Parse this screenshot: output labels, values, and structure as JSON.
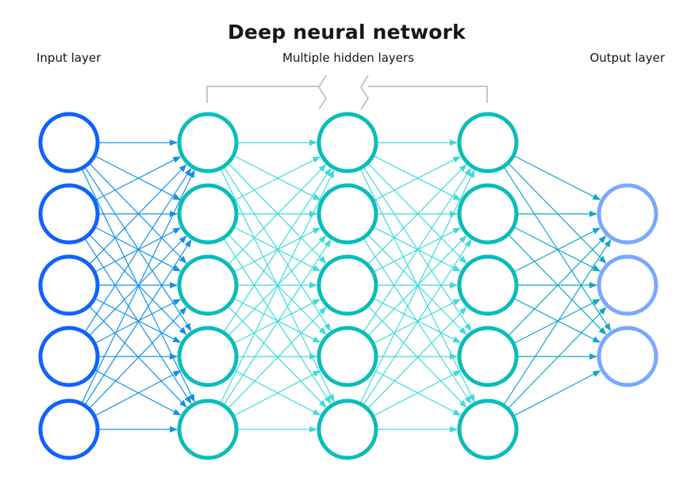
{
  "title": "Deep neural network",
  "labels": {
    "input": "Input layer",
    "hidden": "Multiple hidden layers",
    "output": "Output layer"
  },
  "layers": [
    {
      "role": "input",
      "nodes": 5
    },
    {
      "role": "hidden",
      "nodes": 5
    },
    {
      "role": "hidden",
      "nodes": 5
    },
    {
      "role": "hidden",
      "nodes": 5
    },
    {
      "role": "output",
      "nodes": 3
    }
  ],
  "connectivity": "fully-connected",
  "colors": {
    "input_node": "#0f62fe",
    "hidden_node": "#08bdba",
    "output_node": "#78a9ff",
    "edge_input_hidden": "#1192e8",
    "edge_hidden_hidden": "#3ddbd9",
    "edge_hidden_output": "#0fa8c6",
    "bracket": "#c6c6c6",
    "text": "#161616"
  }
}
